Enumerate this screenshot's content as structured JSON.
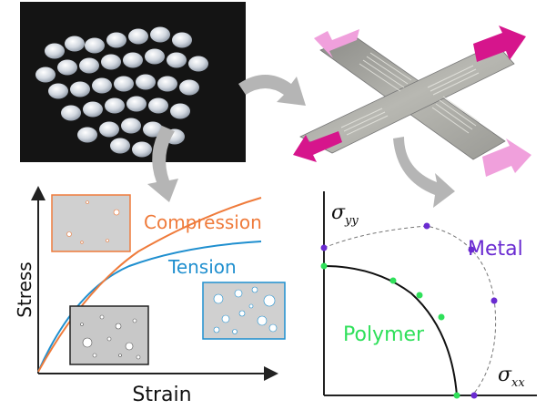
{
  "stress_strain": {
    "ylabel": "Stress",
    "xlabel": "Strain",
    "compression_label": "Compression",
    "tension_label": "Tension"
  },
  "yield_surface": {
    "y_axis_label": "σ",
    "y_axis_sub": "yy",
    "x_axis_label": "σ",
    "x_axis_sub": "xx",
    "metal_label": "Metal",
    "polymer_label": "Polymer"
  },
  "colors": {
    "compression": "#ef7b3b",
    "tension": "#1f8fcf",
    "metal": "#6a2bd1",
    "polymer": "#2fe05a",
    "arrow_grey": "#b5b5b5",
    "magenta": "#d6158c",
    "pink": "#f0a0dc"
  }
}
